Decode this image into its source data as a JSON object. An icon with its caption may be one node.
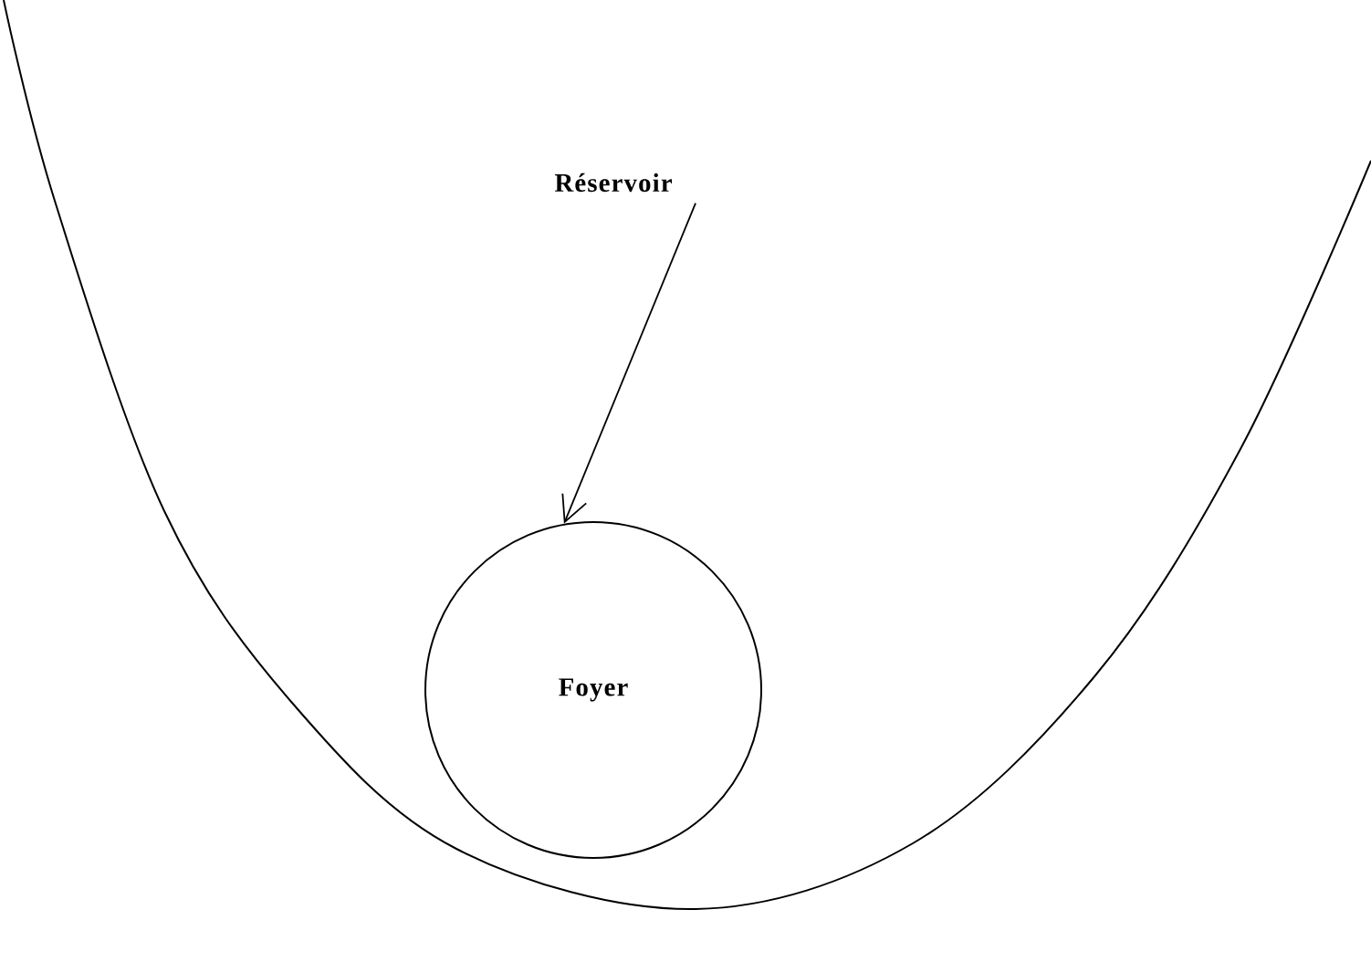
{
  "diagram": {
    "nodes": [
      {
        "text": [
          "Réservoir"
        ]
      },
      {
        "text": [
          "Foyer"
        ]
      }
    ],
    "edges": [
      {
        "from": 0,
        "to": 1,
        "arrow": "to"
      }
    ]
  }
}
